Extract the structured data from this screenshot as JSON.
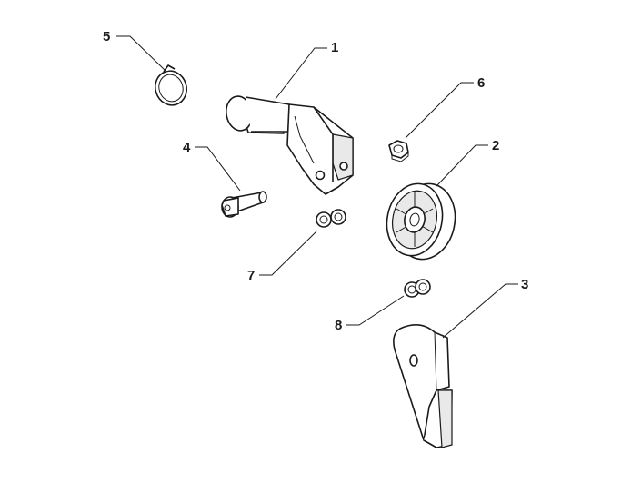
{
  "callouts": [
    {
      "id": "1",
      "label": "1",
      "part": "yoke-bracket"
    },
    {
      "id": "2",
      "label": "2",
      "part": "pulley-wheel"
    },
    {
      "id": "3",
      "label": "3",
      "part": "guard-plate"
    },
    {
      "id": "4",
      "label": "4",
      "part": "shoulder-bolt"
    },
    {
      "id": "5",
      "label": "5",
      "part": "retaining-ring"
    },
    {
      "id": "6",
      "label": "6",
      "part": "hex-nut"
    },
    {
      "id": "7",
      "label": "7",
      "part": "washer-pair-left"
    },
    {
      "id": "8",
      "label": "8",
      "part": "washer-pair-lower"
    }
  ]
}
